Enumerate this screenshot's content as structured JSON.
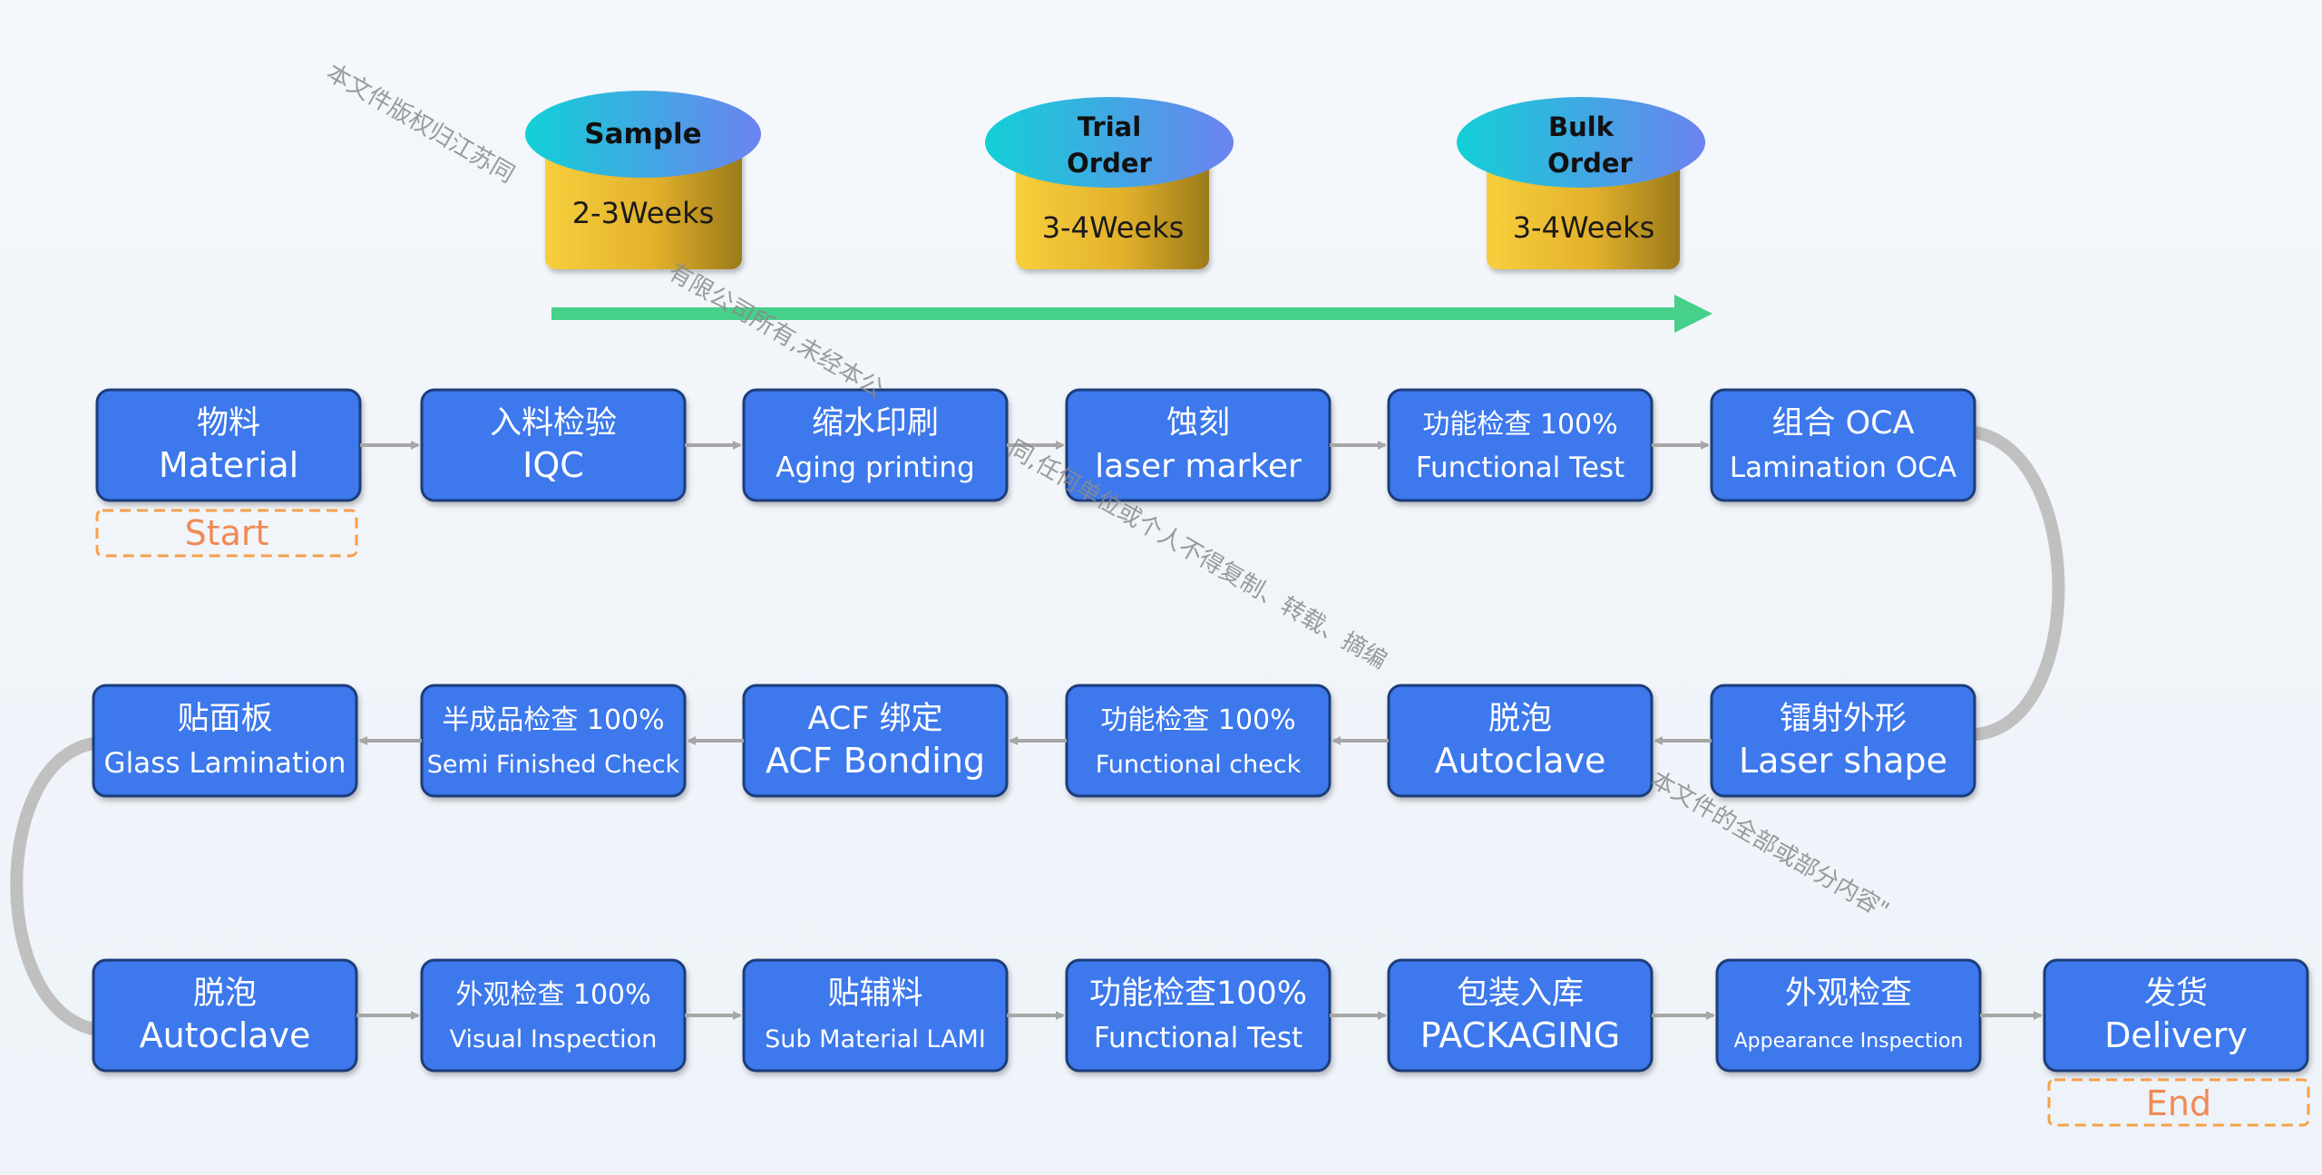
{
  "phases": [
    {
      "label": "Sample",
      "duration": "2-3Weeks"
    },
    {
      "label_lines": [
        "Trial",
        "Order"
      ],
      "duration": "3-4Weeks"
    },
    {
      "label_lines": [
        "Bulk",
        "Order"
      ],
      "duration": "3-4Weeks"
    }
  ],
  "row1": [
    {
      "cn": "物料",
      "en": "Material"
    },
    {
      "cn": "入料检验",
      "en": "IQC"
    },
    {
      "cn": "缩水印刷",
      "en": "Aging printing"
    },
    {
      "cn": "蚀刻",
      "en": "laser marker"
    },
    {
      "cn": "功能检查  100%",
      "en": "Functional  Test"
    },
    {
      "cn": "组合 OCA",
      "en": "Lamination  OCA"
    }
  ],
  "row2": [
    {
      "cn": "贴面板",
      "en": "Glass Lamination"
    },
    {
      "cn": "半成品检查 100%",
      "en": "Semi Finished  Check"
    },
    {
      "cn": "ACF 绑定",
      "en": "ACF Bonding"
    },
    {
      "cn": "功能检查 100%",
      "en": "Functional  check"
    },
    {
      "cn": "脱泡",
      "en": "Autoclave"
    },
    {
      "cn": "镭射外形",
      "en": "Laser shape"
    }
  ],
  "row3": [
    {
      "cn": "脱泡",
      "en": "Autoclave"
    },
    {
      "cn": "外观检查 100%",
      "en": "Visual  Inspection"
    },
    {
      "cn": "贴辅料",
      "en": "Sub Material  LAMI"
    },
    {
      "cn": "功能检查100%",
      "en": "Functional  Test"
    },
    {
      "cn": "包装入库",
      "en": "PACKAGING"
    },
    {
      "cn": "外观检查",
      "en": "Appearance Inspection"
    },
    {
      "cn": "发货",
      "en": "Delivery"
    }
  ],
  "start_label": "Start",
  "end_label": "End",
  "watermark": {
    "part1": "本文件版权归江苏同",
    "part2": "有限公司所有,未经本公",
    "part3": "同,任何单位或个人不得复制、转载、摘编",
    "part4": "本文件的全部或部分内容\""
  },
  "colors": {
    "box_fill": "#3c78ec",
    "box_stroke": "#1e3e7a",
    "arrow": "#a6a6a6",
    "timeline": "#46d08a",
    "marker": "#ef8a55",
    "cyl_top_from": "#12d0d6",
    "cyl_top_to": "#6c82f0",
    "cyl_body_from": "#f7cf3c",
    "cyl_body_to": "#a9851c"
  }
}
